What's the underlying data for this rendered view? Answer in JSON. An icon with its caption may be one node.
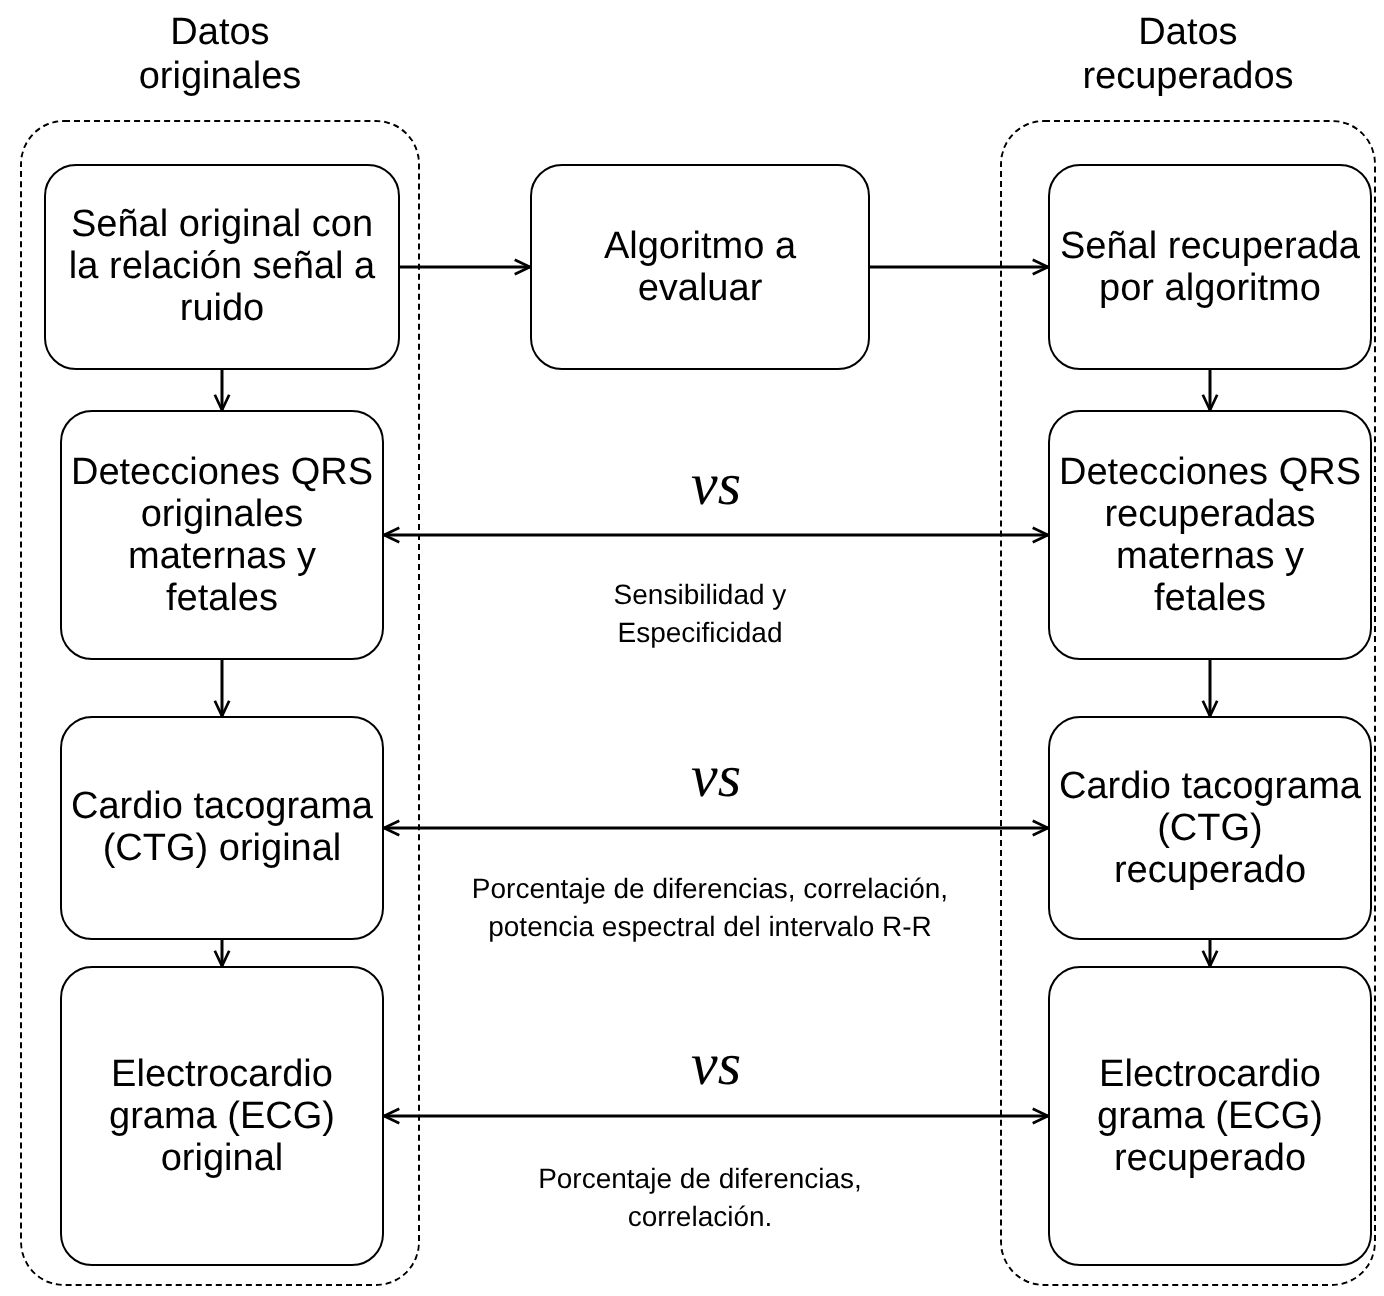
{
  "diagram": {
    "nodes": [
      {
        "text": [
          "Datos originales"
        ]
      },
      {
        "text": [
          "Señal original con la relación señal a ruido"
        ],
        "in": 0
      },
      {
        "text": [
          "Detecciones QRS originales maternas y fetales"
        ],
        "in": 0
      },
      {
        "text": [
          "Cardio tacograma (CTG) original"
        ],
        "in": 0
      },
      {
        "text": [
          "Electrocardio grama (ECG) original"
        ],
        "in": 0
      },
      {
        "text": [
          "Algoritmo a evaluar"
        ]
      },
      {
        "text": [
          "Datos recuperados"
        ]
      },
      {
        "text": [
          "Señal recuperada por algoritmo"
        ],
        "in": 6
      },
      {
        "text": [
          "Detecciones QRS recuperadas maternas y fetales"
        ],
        "in": 6
      },
      {
        "text": [
          "Cardio tacograma (CTG) recuperado"
        ],
        "in": 6
      },
      {
        "text": [
          "Electrocardio grama (ECG) recuperado"
        ],
        "in": 6
      }
    ],
    "edges": [
      {
        "from": 1,
        "to": 5,
        "arrow": "to"
      },
      {
        "from": 5,
        "to": 7,
        "arrow": "to"
      },
      {
        "from": 1,
        "to": 2,
        "arrow": "to"
      },
      {
        "from": 2,
        "to": 3,
        "arrow": "to"
      },
      {
        "from": 3,
        "to": 4,
        "arrow": "to"
      },
      {
        "from": 7,
        "to": 8,
        "arrow": "to"
      },
      {
        "from": 8,
        "to": 9,
        "arrow": "to"
      },
      {
        "from": 9,
        "to": 10,
        "arrow": "to"
      },
      {
        "from": 2,
        "to": 8,
        "arrow": "both",
        "label": "vs"
      },
      {
        "from": 3,
        "to": 9,
        "arrow": "both",
        "label": "vs"
      },
      {
        "from": 4,
        "to": 10,
        "arrow": "both",
        "label": "vs"
      }
    ],
    "labels": [
      "Sensibilidad y Especificidad",
      "Porcentaje de diferencias, correlación, potencia espectral del intervalo R-R",
      "Porcentaje de diferencias, correlación."
    ]
  }
}
